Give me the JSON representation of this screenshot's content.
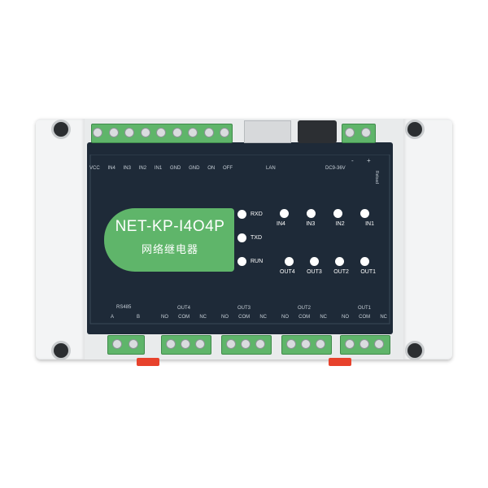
{
  "device": {
    "model": "NET-KP-I4O4P",
    "name_cn": "网络继电器"
  },
  "top_terminals": [
    "VCC",
    "IN4",
    "IN3",
    "IN2",
    "IN1",
    "GND",
    "GND",
    "ON",
    "OFF"
  ],
  "lan_label": "LAN",
  "power_label": "DC9-36V",
  "power_polarity": [
    "-",
    "+"
  ],
  "reload_label": "Reload",
  "status_leds": [
    "RXD",
    "TXD",
    "RUN"
  ],
  "input_leds": [
    "IN4",
    "IN3",
    "IN2",
    "IN1"
  ],
  "output_leds": [
    "OUT4",
    "OUT3",
    "OUT2",
    "OUT1"
  ],
  "rs485": {
    "title": "RS485",
    "pins": [
      "A",
      "B"
    ]
  },
  "relay_groups": [
    {
      "title": "OUT4",
      "pins": [
        "NO",
        "COM",
        "NC"
      ]
    },
    {
      "title": "OUT3",
      "pins": [
        "NO",
        "COM",
        "NC"
      ]
    },
    {
      "title": "OUT2",
      "pins": [
        "NO",
        "COM",
        "NC"
      ]
    },
    {
      "title": "OUT1",
      "pins": [
        "NO",
        "COM",
        "NC"
      ]
    }
  ],
  "colors": {
    "panel": "#1e2a38",
    "accent": "#5fb56a",
    "clip": "#e7422c"
  }
}
